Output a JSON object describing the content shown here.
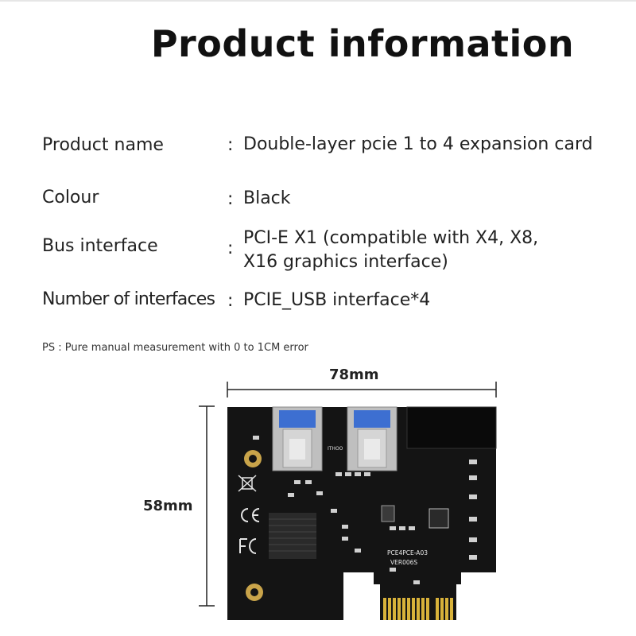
{
  "title": "Product information",
  "specs": [
    {
      "label": "Product name",
      "colon": ":",
      "value": "Double-layer pcie 1 to 4 expansion card"
    },
    {
      "label": "Colour",
      "colon": ":",
      "value": "Black"
    },
    {
      "label": "Bus interface",
      "colon": ":",
      "value_line1": "PCI-E X1 (compatible with X4, X8,",
      "value_line2": "X16 graphics interface)"
    },
    {
      "label": "Number of interfaces",
      "colon": ":",
      "value": "PCIE_USB interface*4"
    }
  ],
  "ps_note": "PS : Pure manual measurement with 0 to 1CM error",
  "dimensions": {
    "width": "78mm",
    "height": "58mm"
  },
  "board": {
    "model_text": "PCE4PCE-A03",
    "version_text": "VER006S",
    "brand_text": "ITHOO",
    "board_color": "#141414",
    "usb_color": "#3d6fd1",
    "gold_color": "#d8b23a"
  }
}
